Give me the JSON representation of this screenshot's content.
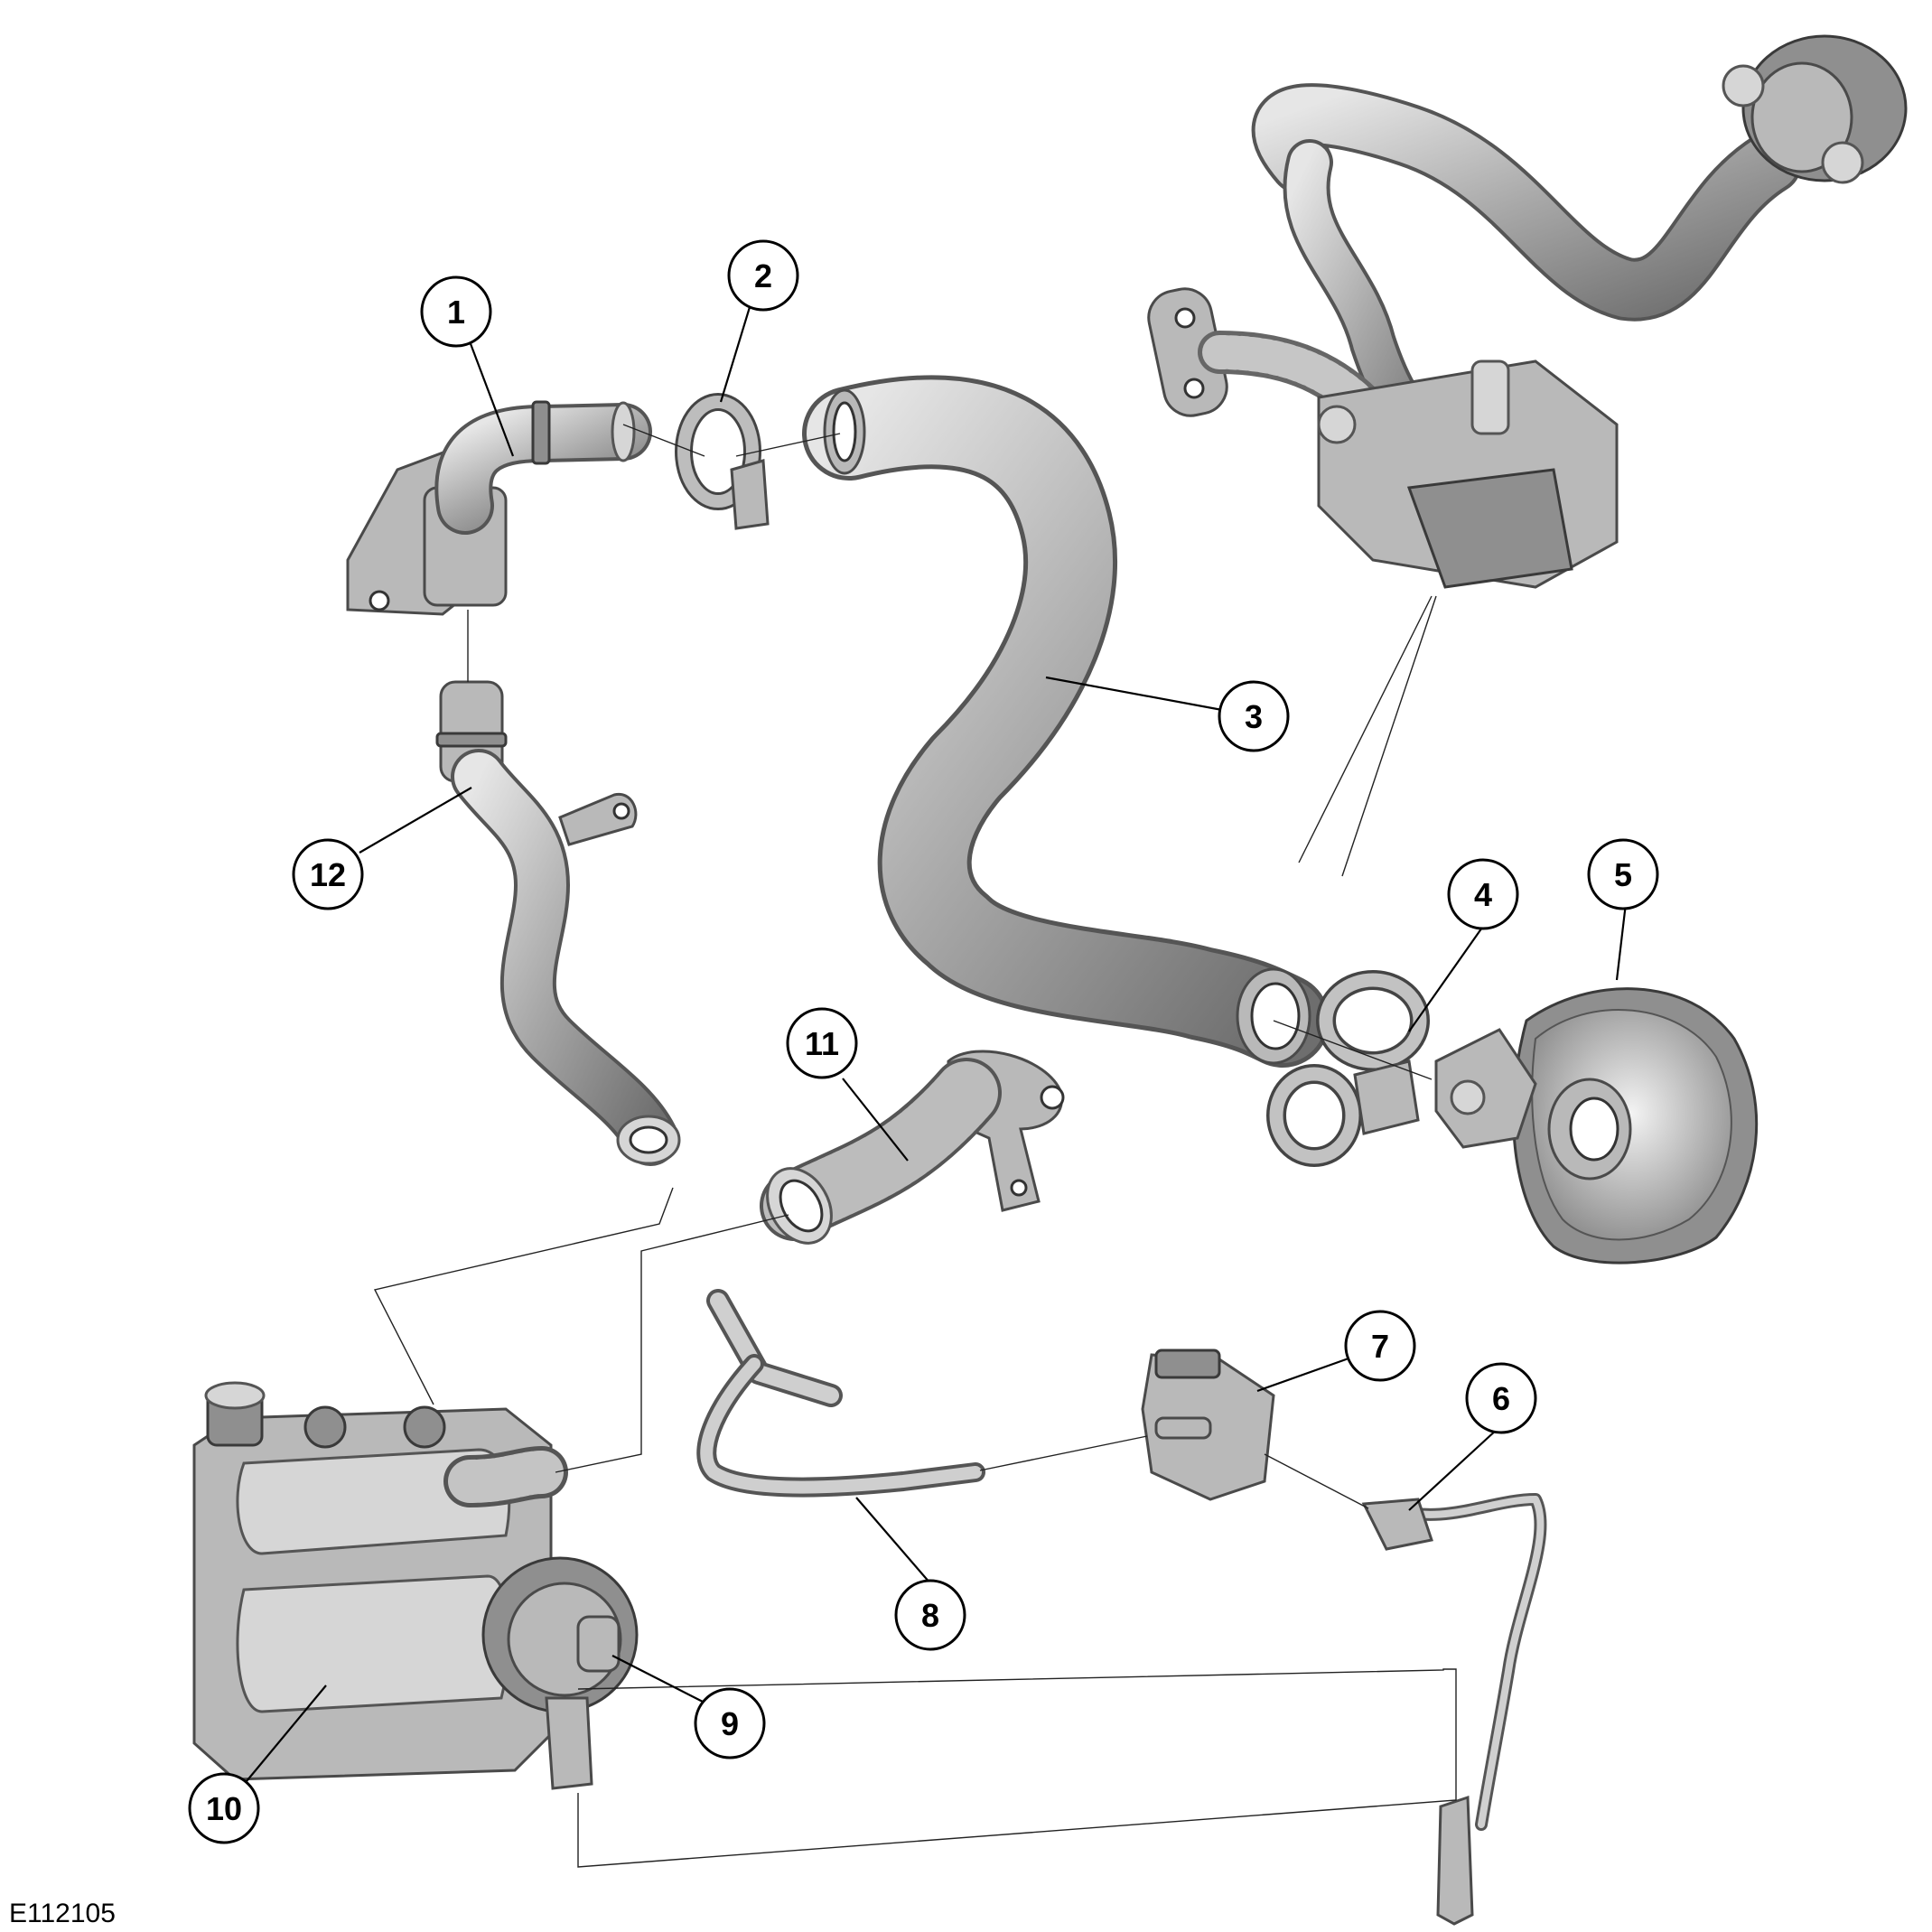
{
  "figure": {
    "reference_code": "E112105",
    "callouts": [
      {
        "id": "callout-1",
        "label": "1"
      },
      {
        "id": "callout-2",
        "label": "2"
      },
      {
        "id": "callout-3",
        "label": "3"
      },
      {
        "id": "callout-4",
        "label": "4"
      },
      {
        "id": "callout-5",
        "label": "5"
      },
      {
        "id": "callout-6",
        "label": "6"
      },
      {
        "id": "callout-7",
        "label": "7"
      },
      {
        "id": "callout-8",
        "label": "8"
      },
      {
        "id": "callout-9",
        "label": "9"
      },
      {
        "id": "callout-10",
        "label": "10"
      },
      {
        "id": "callout-11",
        "label": "11"
      },
      {
        "id": "callout-12",
        "label": "12"
      }
    ]
  }
}
